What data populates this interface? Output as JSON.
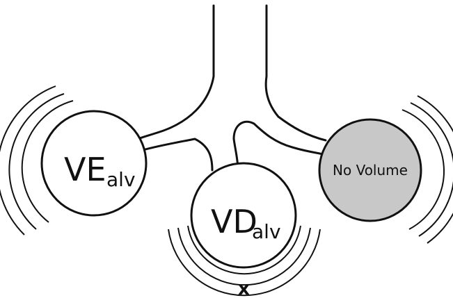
{
  "labels": {
    "left_alveolus_main": "VE",
    "left_alveolus_sub": "alv",
    "middle_alveolus_main": "VD",
    "middle_alveolus_sub": "alv",
    "right_alveolus": "No Volume",
    "blocked_marker": "x"
  },
  "colors": {
    "outline": "#111111",
    "no_volume_fill": "#c8c8c8",
    "background": "#ffffff"
  }
}
